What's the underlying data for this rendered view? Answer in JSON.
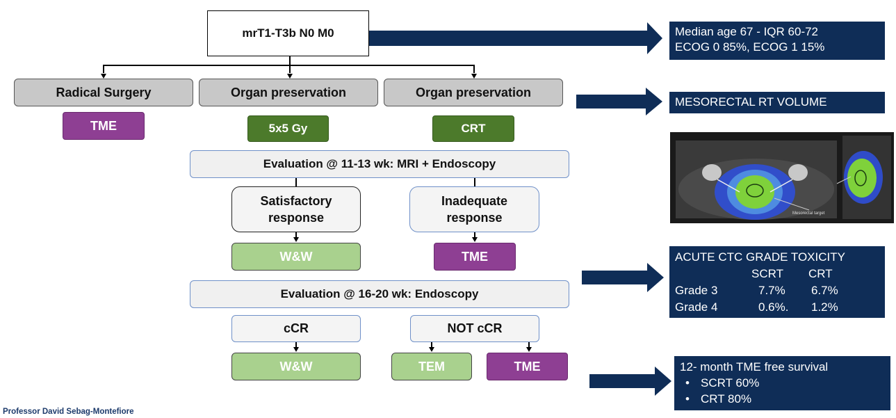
{
  "flow": {
    "top": "mrT1-T3b N0 M0",
    "col1": "Radical Surgery",
    "col2": "Organ preservation",
    "col3": "Organ preservation",
    "tme1": "TME",
    "gy": "5x5 Gy",
    "crt": "CRT",
    "eval1": "Evaluation @ 11-13 wk: MRI + Endoscopy",
    "sat_line1": "Satisfactory",
    "sat_line2": "response",
    "inad_line1": "Inadequate",
    "inad_line2": "response",
    "ww1": "W&W",
    "tme2": "TME",
    "eval2": "Evaluation @ 16-20 wk: Endoscopy",
    "ccr": "cCR",
    "notccr": "NOT cCR",
    "ww2": "W&W",
    "tem": "TEM",
    "tme3": "TME"
  },
  "info": {
    "age_line1": "Median age 67 - IQR 60-72",
    "age_line2": "ECOG 0 85%, ECOG 1 15%",
    "volume": "MESORECTAL RT VOLUME",
    "ct_label": "Mesorectal target",
    "tox_title": "ACUTE CTC GRADE TOXICITY",
    "tox_header": [
      "",
      "SCRT",
      "CRT"
    ],
    "tox_rows": [
      [
        "Grade 3",
        "7.7%",
        "6.7%"
      ],
      [
        "Grade 4",
        "0.6%.",
        "1.2%"
      ]
    ],
    "surv_title": "12- month TME free survival",
    "surv_items": [
      "SCRT 60%",
      "CRT 80%"
    ]
  },
  "footer": "Professor David Sebag-Montefiore",
  "colors": {
    "navy": "#0f2d57",
    "purple": "#8e3f93",
    "dark_green": "#4c7a2b",
    "light_green": "#a9d18e",
    "grey": "#c8c8c8",
    "ct_blue": "#2f4fd8",
    "ct_green": "#7fd13b"
  },
  "icons": [
    "right-arrow-icon",
    "down-arrow-icon"
  ]
}
